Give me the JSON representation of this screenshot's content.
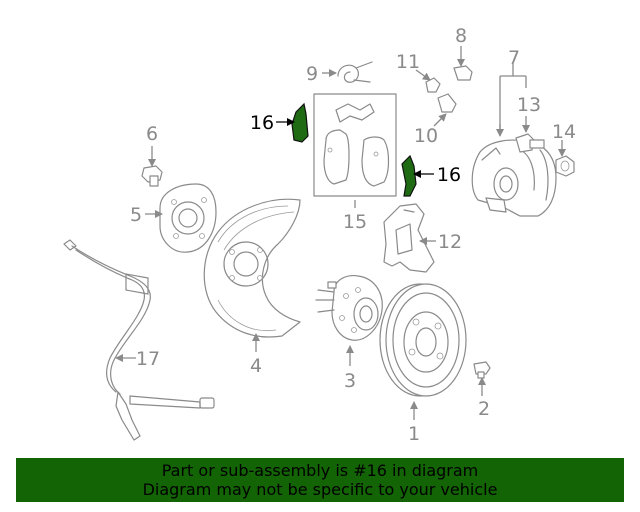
{
  "colors": {
    "highlight": "#1e6b14",
    "banner": "#136405",
    "line": "#8a8a8a",
    "label": "#8a8a8a",
    "highlight_label": "#000000"
  },
  "callouts": {
    "c1": "1",
    "c2": "2",
    "c3": "3",
    "c4": "4",
    "c5": "5",
    "c6": "6",
    "c7": "7",
    "c8": "8",
    "c9": "9",
    "c10": "10",
    "c11": "11",
    "c12": "12",
    "c13": "13",
    "c14": "14",
    "c15": "15",
    "c16a": "16",
    "c16b": "16",
    "c17": "17"
  },
  "banner": {
    "line1": "Part or sub-assembly is #16 in diagram",
    "line2": "Diagram may not be specific to your vehicle"
  }
}
